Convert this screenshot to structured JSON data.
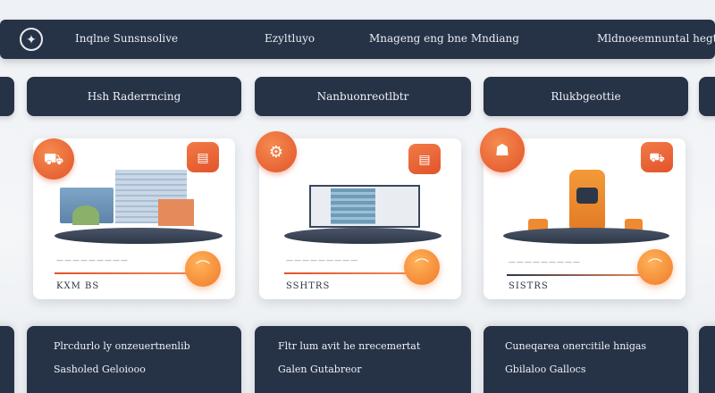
{
  "nav": {
    "items": [
      "Inqlne Sunsnsolive",
      "Ezyltluyo",
      "Mnageng eng bne Mndiang",
      "Mldnoeemnuntal hegt"
    ]
  },
  "sections": [
    {
      "title": "Hsh Raderrncing",
      "caption": "—————————",
      "price": "KXM BS",
      "footer": [
        "Plrcdurlo ly onzeuertnenlib",
        "Sasholed Geloiooo"
      ]
    },
    {
      "title": "Nanbuonreotlbtr",
      "caption": "—————————",
      "price": "SSHTRS",
      "footer": [
        "Fltr lum avit he nrecemertat",
        "Galen Gutabreor"
      ]
    },
    {
      "title": "Rlukbgeottie",
      "caption": "—————————",
      "price": "SISTRS",
      "footer": [
        "Cuneqarea onercitile hnigas",
        "Gbilaloo Gallocs"
      ]
    }
  ],
  "colors": {
    "navy": "#263246",
    "orange": "#e2542a",
    "amber": "#f59a3a"
  },
  "icons": [
    "logo-icon",
    "truck-icon",
    "factory-icon",
    "robot-icon",
    "arrow-icon"
  ]
}
